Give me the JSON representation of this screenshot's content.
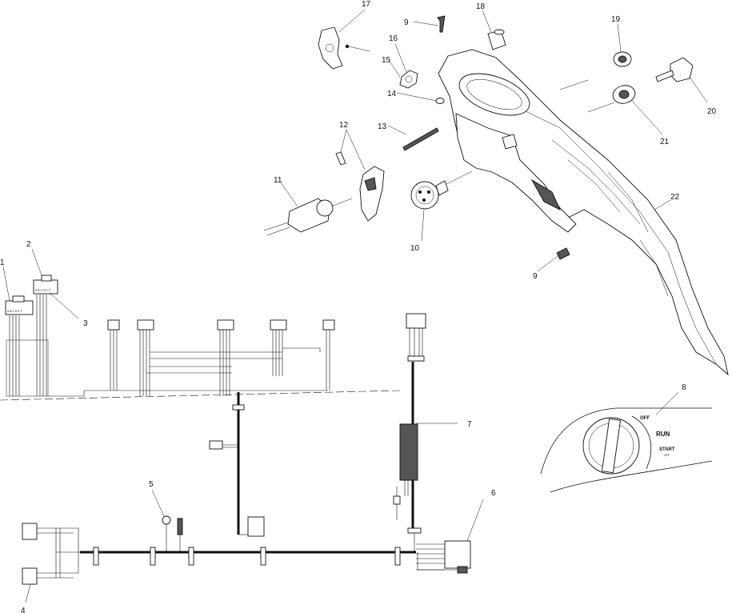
{
  "callouts": {
    "c1": "1",
    "c2": "2",
    "c3": "3",
    "c4": "4",
    "c5": "5",
    "c6": "6",
    "c7": "7",
    "c8": "8",
    "c9a": "9",
    "c9b": "9",
    "c10": "10",
    "c11": "11",
    "c12": "12",
    "c13": "13",
    "c14": "14",
    "c15": "15",
    "c16": "16",
    "c17": "17",
    "c18": "18",
    "c19": "19",
    "c20": "20",
    "c21": "21",
    "c22": "22"
  },
  "ignition_switch": {
    "off": "OFF",
    "run": "RUN",
    "start": "START",
    "start_sub": "OFF"
  },
  "connectors": {
    "conn2_pins": "A B C D E F",
    "conn1_pins": "A B C D E F"
  }
}
